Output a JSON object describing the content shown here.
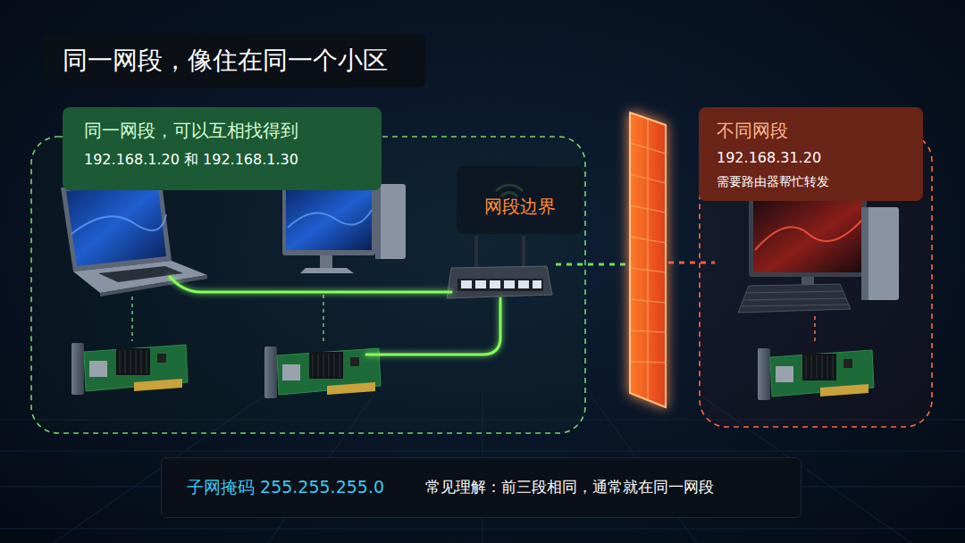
{
  "diagram": {
    "title": "同一网段，像住在同一个小区",
    "nodes": [
      {
        "text": [
          "同一网段，可以互相找得到",
          "192.168.1.20 和 192.168.1.30"
        ]
      },
      {
        "text": [
          "网段边界"
        ]
      },
      {
        "text": [
          "不同网段",
          "192.168.31.20",
          "需要路由器帮忙转发"
        ]
      },
      {
        "text": [
          "子网掩码 255.255.255.0",
          "常见理解：前三段相同，通常就在同一网段"
        ]
      }
    ]
  }
}
